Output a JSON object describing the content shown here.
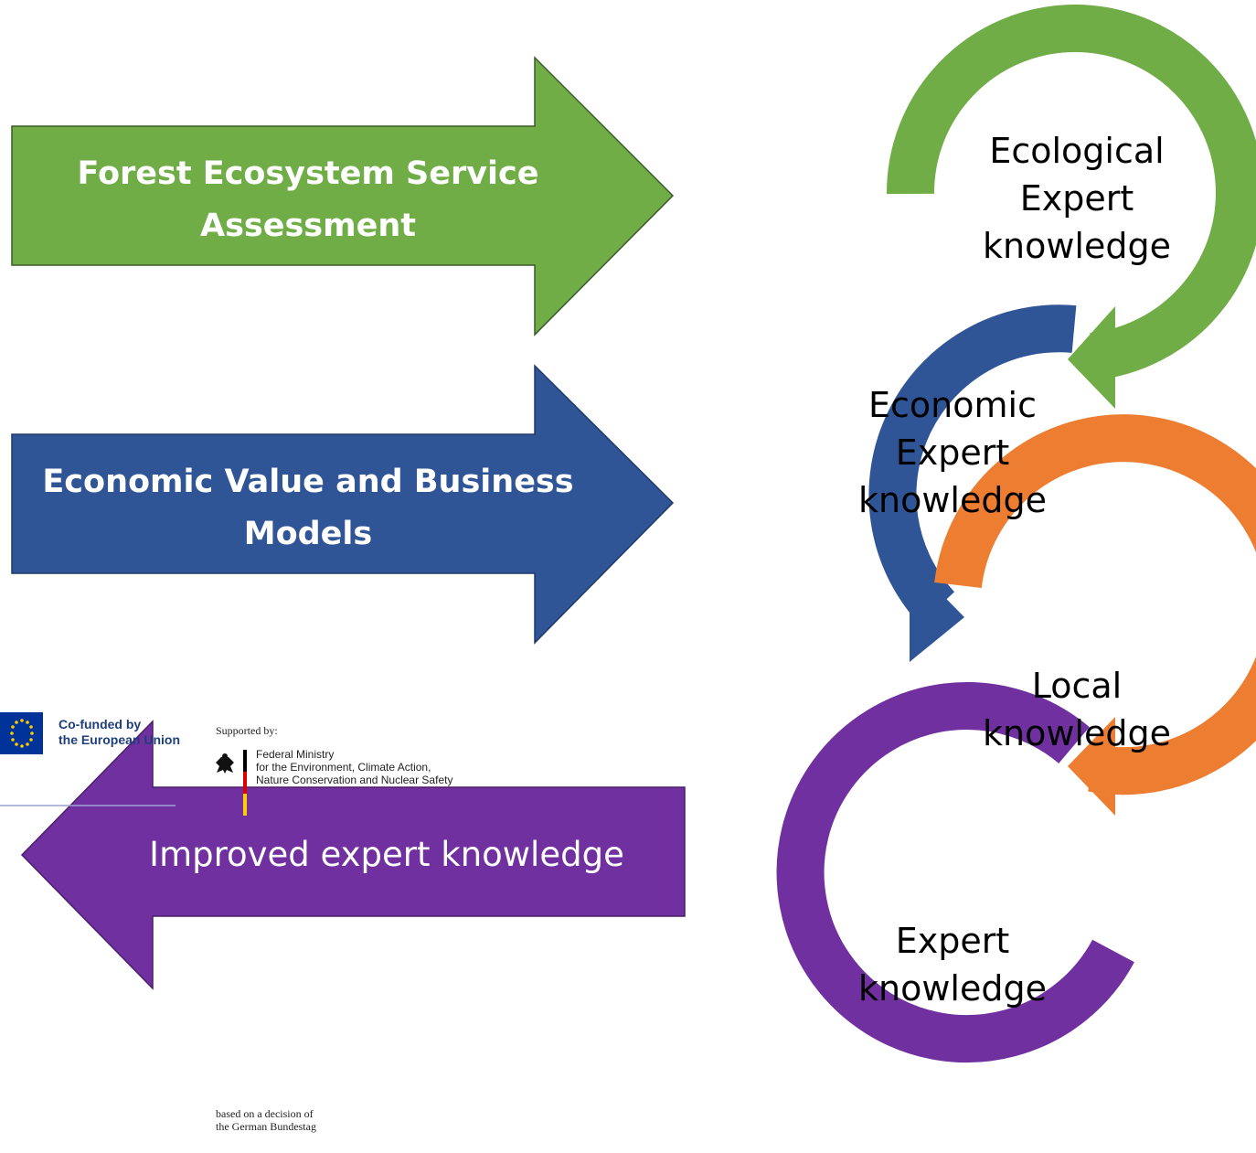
{
  "colors": {
    "green": "#70ad47",
    "blue": "#2f5597",
    "orange": "#ed7d31",
    "purple": "#7030a0",
    "eu_blue": "#003399",
    "eu_star": "#ffcc00"
  },
  "arrows": {
    "forest": {
      "label_line1": "Forest Ecosystem Service",
      "label_line2": "Assessment"
    },
    "economic": {
      "label_line1": "Economic Value and Business",
      "label_line2": "Models"
    },
    "improved": {
      "label": "Improved expert knowledge"
    }
  },
  "cycle": {
    "ecological": {
      "line1": "Ecological",
      "line2": "Expert",
      "line3": "knowledge"
    },
    "economic": {
      "line1": "Economic",
      "line2": "Expert",
      "line3": "knowledge"
    },
    "local": {
      "line1": "Local",
      "line2": "knowledge"
    },
    "expert": {
      "line1": "Expert",
      "line2": "knowledge"
    }
  },
  "logos": {
    "eu": {
      "line1": "Co-funded by",
      "line2": "the European Union",
      "icon": "eu-flag-icon"
    },
    "ministry": {
      "supported_by": "Supported by:",
      "line1": "Federal Ministry",
      "line2": "for the Environment, Climate Action,",
      "line3": "Nature Conservation and Nuclear Safety",
      "decision1": "based on a decision of",
      "decision2": "the German Bundestag",
      "icon": "federal-eagle-icon"
    }
  }
}
